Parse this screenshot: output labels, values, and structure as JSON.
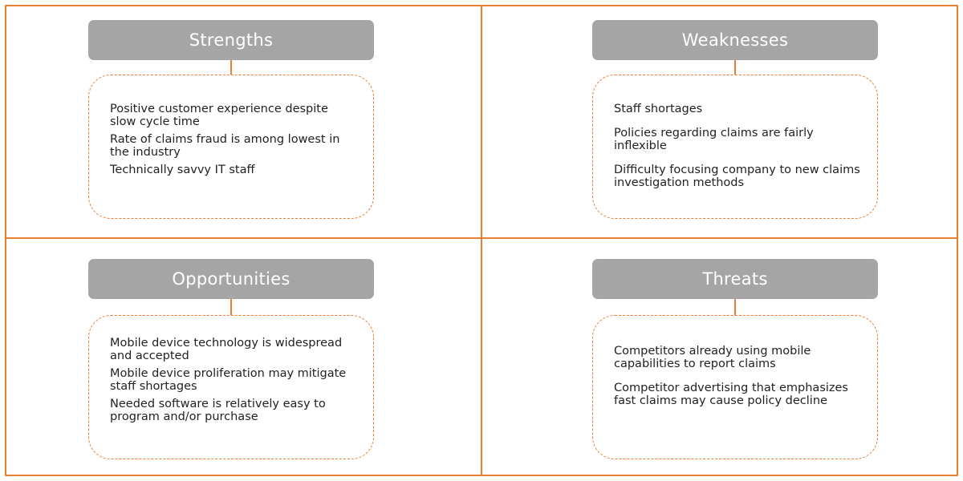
{
  "swot": {
    "strengths": {
      "title": "Strengths",
      "items": [
        "Positive customer experience despite slow cycle time",
        "Rate of claims fraud is among lowest in the industry",
        "Technically savvy IT staff"
      ]
    },
    "weaknesses": {
      "title": "Weaknesses",
      "items": [
        "Staff shortages",
        "Policies regarding claims are fairly inflexible",
        "Difficulty focusing company to new claims investigation methods"
      ]
    },
    "opportunities": {
      "title": "Opportunities",
      "items": [
        "Mobile device technology is widespread and accepted",
        "Mobile device proliferation may mitigate staff shortages",
        "Needed software is relatively easy to program and/or purchase"
      ]
    },
    "threats": {
      "title": "Threats",
      "items": [
        "Competitors already using mobile capabilities to report claims",
        "Competitor advertising that emphasizes fast claims may cause policy decline"
      ]
    }
  },
  "colors": {
    "accent": "#ED7D31",
    "header_fill": "#A5A5A5",
    "header_text": "#FFFFFF",
    "body_text": "#222222"
  }
}
